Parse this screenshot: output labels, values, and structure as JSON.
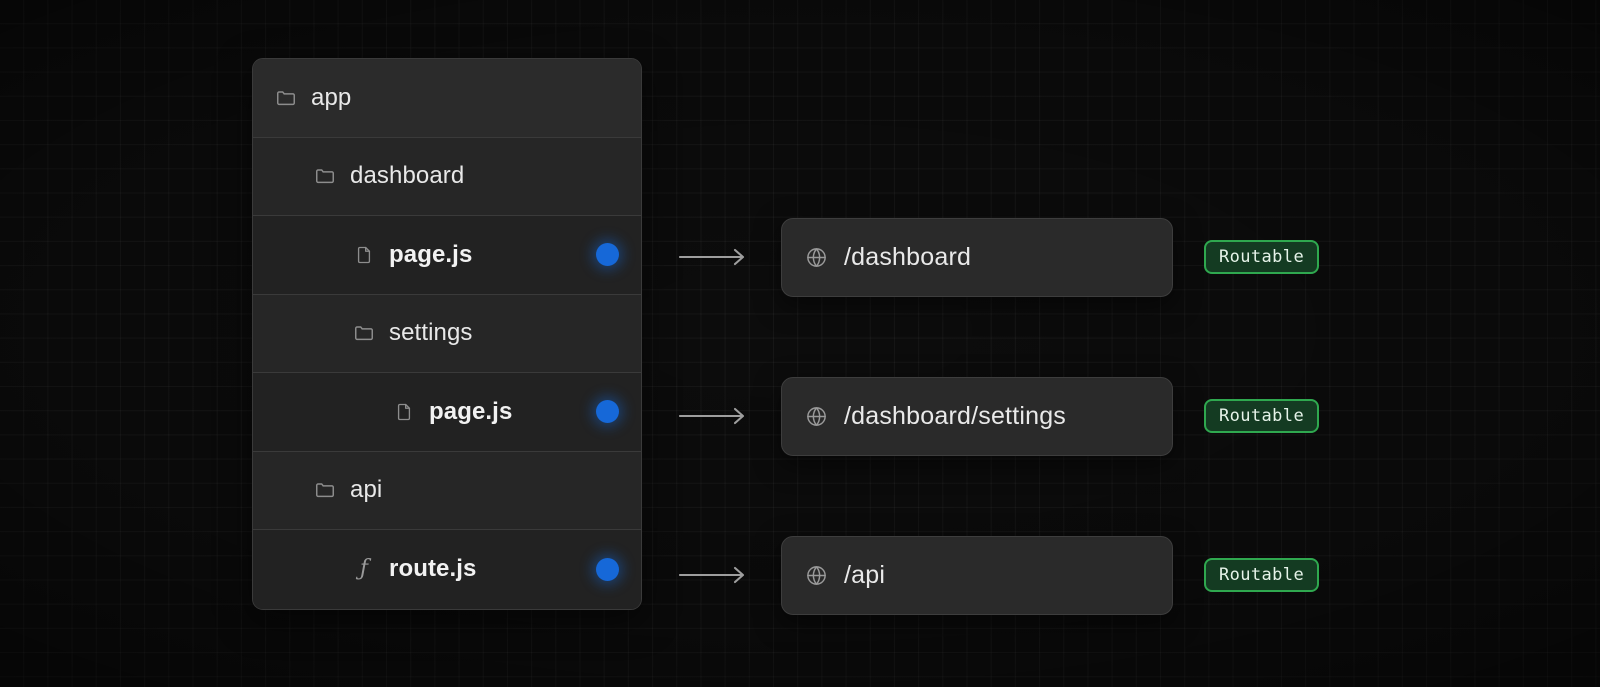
{
  "canvas": {
    "background_color": "#0c0c0c",
    "grid_color": "rgba(255,255,255,0.045)"
  },
  "tree": {
    "panel_name": "app-directory-tree",
    "rows": [
      {
        "label": "app",
        "icon": "folder-icon",
        "kind": "folder",
        "indent": 0,
        "has_marker": false,
        "marker_color": ""
      },
      {
        "label": "dashboard",
        "icon": "folder-icon",
        "kind": "folder",
        "indent": 1,
        "has_marker": false,
        "marker_color": ""
      },
      {
        "label": "page.js",
        "icon": "file-icon",
        "kind": "file",
        "indent": 2,
        "has_marker": true,
        "marker_color": "#1668d8"
      },
      {
        "label": "settings",
        "icon": "folder-icon",
        "kind": "folder",
        "indent": 2,
        "has_marker": false,
        "marker_color": ""
      },
      {
        "label": "page.js",
        "icon": "file-icon",
        "kind": "file",
        "indent": 3,
        "has_marker": true,
        "marker_color": "#1668d8"
      },
      {
        "label": "api",
        "icon": "folder-icon",
        "kind": "folder",
        "indent": 1,
        "has_marker": false,
        "marker_color": ""
      },
      {
        "label": "route.js",
        "icon": "function-icon",
        "kind": "file",
        "indent": 2,
        "has_marker": true,
        "marker_color": "#1668d8"
      }
    ]
  },
  "mappings": [
    {
      "arrow": "arrow-right-icon",
      "route": "/dashboard",
      "route_icon": "globe-icon",
      "badge": "Routable",
      "badge_color": "#2fa84f"
    },
    {
      "arrow": "arrow-right-icon",
      "route": "/dashboard/settings",
      "route_icon": "globe-icon",
      "badge": "Routable",
      "badge_color": "#2fa84f"
    },
    {
      "arrow": "arrow-right-icon",
      "route": "/api",
      "route_icon": "globe-icon",
      "badge": "Routable",
      "badge_color": "#2fa84f"
    }
  ]
}
